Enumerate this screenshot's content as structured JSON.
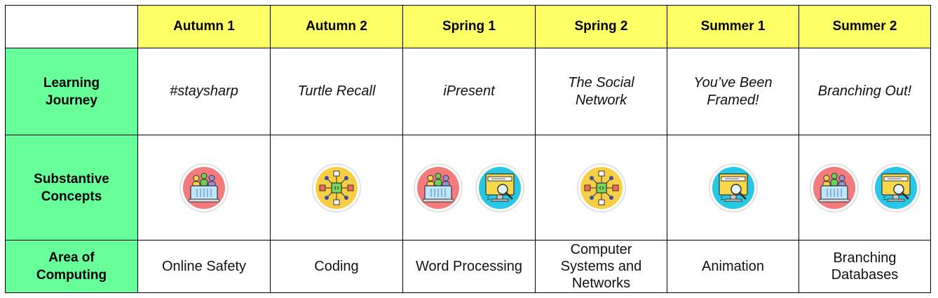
{
  "table": {
    "corner": "",
    "columns": [
      "Autumn 1",
      "Autumn 2",
      "Spring 1",
      "Spring 2",
      "Summer 1",
      "Summer 2"
    ],
    "row_labels": {
      "journey": [
        "Learning",
        "Journey"
      ],
      "concepts": [
        "Substantive",
        "Concepts"
      ],
      "area": [
        "Area of",
        "Computing"
      ]
    },
    "journey": [
      [
        "#staysharp"
      ],
      [
        "Turtle Recall"
      ],
      [
        "iPresent"
      ],
      [
        "The Social",
        "Network"
      ],
      [
        "You’ve Been",
        "Framed!"
      ],
      [
        "Branching Out!"
      ]
    ],
    "concepts": [
      [
        "people-laptop-icon"
      ],
      [
        "network-code-icon"
      ],
      [
        "people-laptop-icon",
        "web-search-icon"
      ],
      [
        "network-code-icon"
      ],
      [
        "web-search-icon"
      ],
      [
        "people-laptop-icon",
        "web-search-icon"
      ]
    ],
    "area": [
      [
        "Online Safety"
      ],
      [
        "Coding"
      ],
      [
        "Word Processing"
      ],
      [
        "Computer",
        "Systems and",
        "Networks"
      ],
      [
        "Animation"
      ],
      [
        "Branching",
        "Databases"
      ]
    ]
  },
  "colors": {
    "header": "#ffff66",
    "side": "#66ff99",
    "people_icon_bg": "#f47b7b",
    "network_icon_bg": "#f7cf45",
    "search_icon_bg": "#29c7e6"
  }
}
